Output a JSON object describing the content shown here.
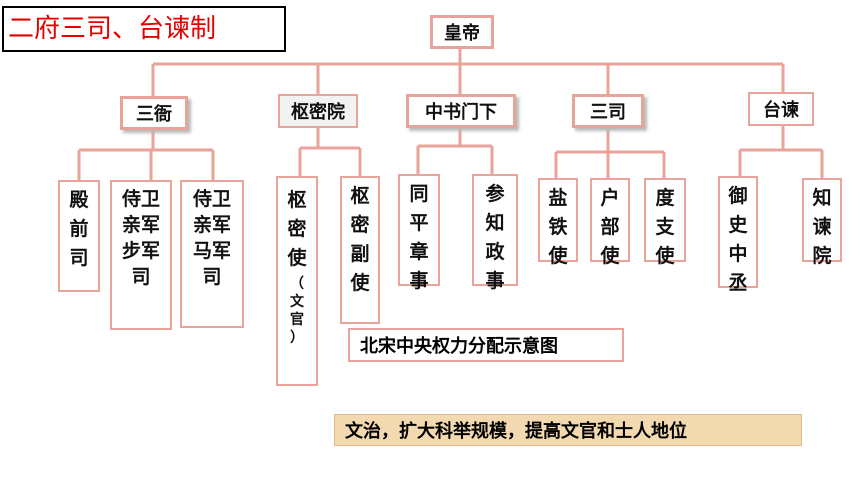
{
  "title": "二府三司、台谏制",
  "root": "皇帝",
  "branches": [
    {
      "label": "三衙",
      "children": [
        "殿\n前\n司",
        "侍卫\n亲军\n步军\n司",
        "侍卫\n亲军\n马军\n司"
      ]
    },
    {
      "label": "枢密院",
      "children": [
        "枢\n密\n使",
        "枢\n密\n副\n使"
      ]
    },
    {
      "label": "中书门下",
      "children": [
        "同\n平\n章\n事",
        "参\n知\n政\n事"
      ]
    },
    {
      "label": "三司",
      "children": [
        "盐\n铁\n使",
        "户\n部\n使",
        "度\n支\n使"
      ]
    },
    {
      "label": "台谏",
      "children": [
        "御\n史\n中\n丞",
        "知\n谏\n院"
      ]
    }
  ],
  "shumi_note": "（\n文\n官\n）",
  "caption": "北宋中央权力分配示意图",
  "conclusion": "文治，扩大科举规模，提高文官和士人地位",
  "colors": {
    "connector": "#e8a39a",
    "title_text": "#e60000",
    "note_bg": "#f3d9b0"
  }
}
